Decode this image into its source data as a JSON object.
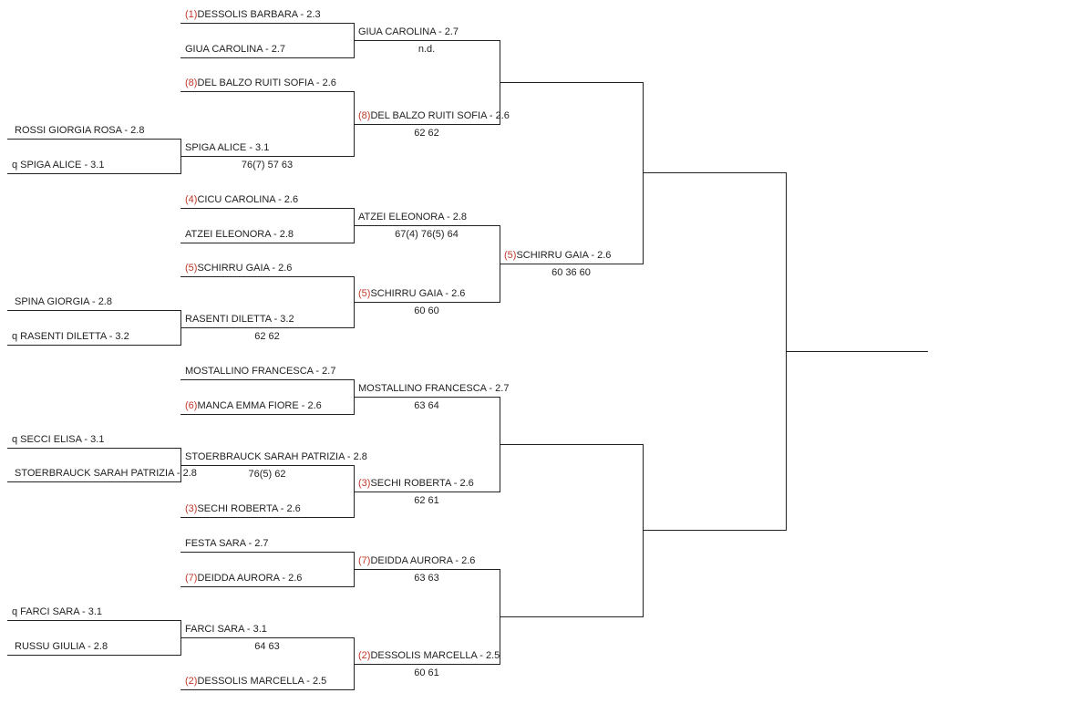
{
  "colors": {
    "seed": "#c0392b",
    "text": "#222222",
    "line": "#222222"
  },
  "qualifying": [
    {
      "q": "",
      "name": "ROSSI GIORGIA ROSA - 2.8"
    },
    {
      "q": "q",
      "name": "SPIGA ALICE - 3.1"
    },
    {
      "q": "",
      "name": "SPINA GIORGIA - 2.8"
    },
    {
      "q": "q",
      "name": "RASENTI DILETTA - 3.2"
    },
    {
      "q": "q",
      "name": "SECCI ELISA - 3.1"
    },
    {
      "q": "",
      "name": "STOERBRAUCK SARAH PATRIZIA - 2.8"
    },
    {
      "q": "q",
      "name": "FARCI SARA - 3.1"
    },
    {
      "q": "",
      "name": "RUSSU GIULIA - 2.8"
    }
  ],
  "round1": [
    {
      "seed": "(1)",
      "name": "DESSOLIS BARBARA - 2.3",
      "score": ""
    },
    {
      "seed": "",
      "name": "GIUA CAROLINA - 2.7",
      "score": ""
    },
    {
      "seed": "(8)",
      "name": "DEL BALZO RUITI SOFIA - 2.6",
      "score": ""
    },
    {
      "seed": "",
      "name": "SPIGA ALICE - 3.1",
      "score": "76(7) 57 63"
    },
    {
      "seed": "(4)",
      "name": "CICU CAROLINA - 2.6",
      "score": ""
    },
    {
      "seed": "",
      "name": "ATZEI ELEONORA - 2.8",
      "score": ""
    },
    {
      "seed": "(5)",
      "name": "SCHIRRU GAIA - 2.6",
      "score": ""
    },
    {
      "seed": "",
      "name": "RASENTI DILETTA - 3.2",
      "score": "62 62"
    },
    {
      "seed": "",
      "name": "MOSTALLINO FRANCESCA - 2.7",
      "score": ""
    },
    {
      "seed": "(6)",
      "name": "MANCA EMMA FIORE - 2.6",
      "score": ""
    },
    {
      "seed": "",
      "name": "STOERBRAUCK SARAH PATRIZIA - 2.8",
      "score": "76(5) 62"
    },
    {
      "seed": "(3)",
      "name": "SECHI ROBERTA - 2.6",
      "score": ""
    },
    {
      "seed": "",
      "name": "FESTA SARA - 2.7",
      "score": ""
    },
    {
      "seed": "(7)",
      "name": "DEIDDA AURORA - 2.6",
      "score": ""
    },
    {
      "seed": "",
      "name": "FARCI SARA - 3.1",
      "score": "64 63"
    },
    {
      "seed": "(2)",
      "name": "DESSOLIS MARCELLA - 2.5",
      "score": ""
    }
  ],
  "round2": [
    {
      "seed": "",
      "name": "GIUA CAROLINA - 2.7",
      "score": "n.d."
    },
    {
      "seed": "(8)",
      "name": "DEL BALZO RUITI SOFIA - 2.6",
      "score": "62 62"
    },
    {
      "seed": "",
      "name": "ATZEI ELEONORA - 2.8",
      "score": "67(4) 76(5) 64"
    },
    {
      "seed": "(5)",
      "name": "SCHIRRU GAIA - 2.6",
      "score": "60 60"
    },
    {
      "seed": "",
      "name": "MOSTALLINO FRANCESCA - 2.7",
      "score": "63 64"
    },
    {
      "seed": "(3)",
      "name": "SECHI ROBERTA - 2.6",
      "score": "62 61"
    },
    {
      "seed": "(7)",
      "name": "DEIDDA AURORA - 2.6",
      "score": "63 63"
    },
    {
      "seed": "(2)",
      "name": "DESSOLIS MARCELLA - 2.5",
      "score": "60 61"
    }
  ],
  "round3": [
    {
      "seed": "",
      "name": "",
      "score": ""
    },
    {
      "seed": "(5)",
      "name": "SCHIRRU GAIA - 2.6",
      "score": "60 36 60"
    },
    {
      "seed": "",
      "name": "",
      "score": ""
    },
    {
      "seed": "",
      "name": "",
      "score": ""
    }
  ],
  "round4": [
    {
      "seed": "",
      "name": "",
      "score": ""
    },
    {
      "seed": "",
      "name": "",
      "score": ""
    }
  ],
  "final": [
    {
      "seed": "",
      "name": "",
      "score": ""
    }
  ]
}
